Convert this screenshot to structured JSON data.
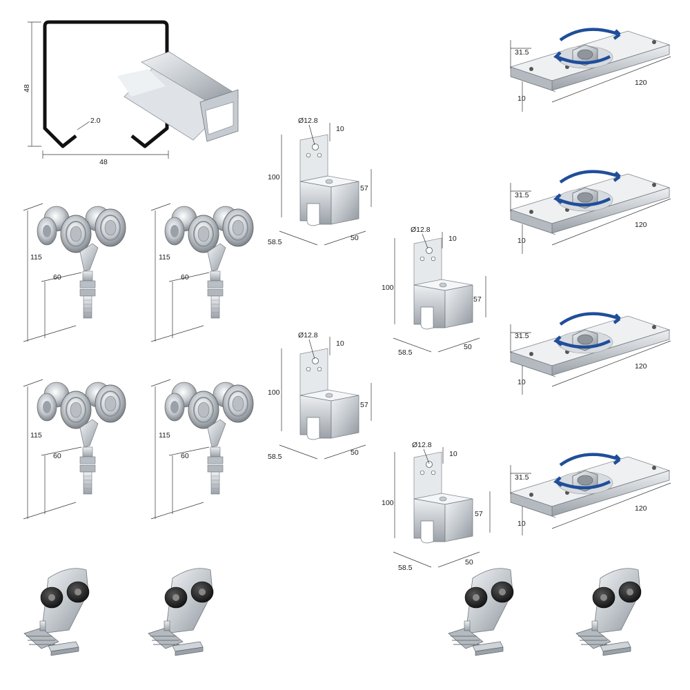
{
  "track": {
    "height": "48",
    "width": "48",
    "thickness": "2.0"
  },
  "trolley": {
    "height": "115",
    "stud": "60"
  },
  "bracket": {
    "hole": "Ø12.8",
    "top": "10",
    "height": "100",
    "inner": "57",
    "depth": "58.5",
    "width": "50"
  },
  "plate": {
    "offset": "31.5",
    "height": "10",
    "length": "120"
  },
  "colors": {
    "steel": "#c9ced3",
    "rotation_arrow": "#1f4e9a",
    "rubber": "#222222"
  },
  "icons": [
    "rotation-arrow-icon"
  ]
}
